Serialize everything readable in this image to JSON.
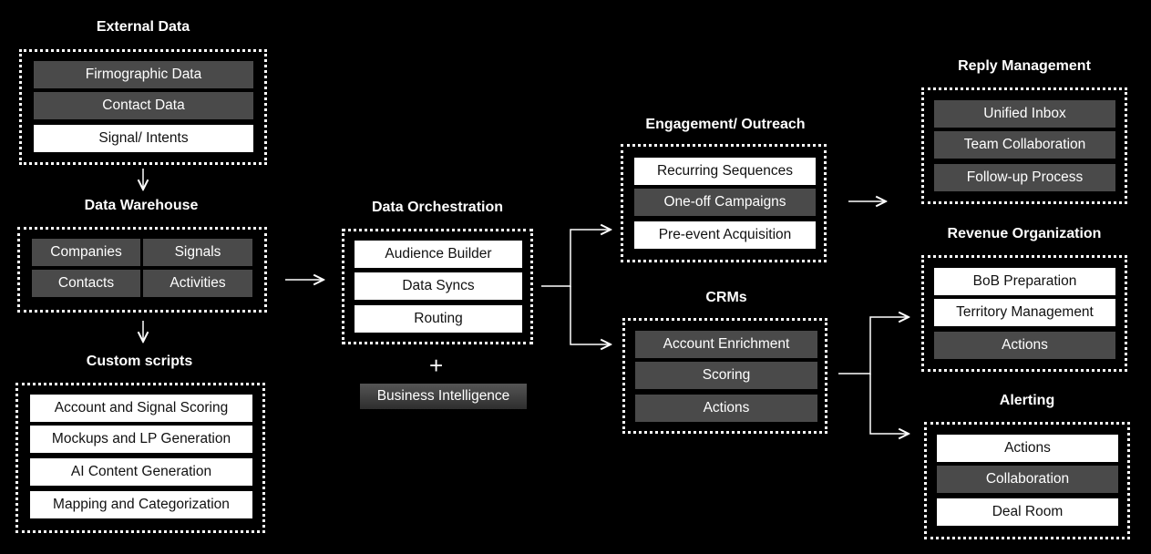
{
  "external_data": {
    "title": "External Data",
    "items": [
      "Firmographic Data",
      "Contact Data",
      "Signal/ Intents"
    ]
  },
  "data_warehouse": {
    "title": "Data Warehouse",
    "items": [
      "Companies",
      "Signals",
      "Contacts",
      "Activities"
    ]
  },
  "custom_scripts": {
    "title": "Custom scripts",
    "items": [
      "Account and Signal Scoring",
      "Mockups and LP Generation",
      "AI Content Generation",
      "Mapping and Categorization"
    ]
  },
  "data_orchestration": {
    "title": "Data Orchestration",
    "items": [
      "Audience Builder",
      "Data Syncs",
      "Routing"
    ],
    "plus": "+",
    "business_intelligence": "Business Intelligence"
  },
  "engagement": {
    "title": "Engagement/ Outreach",
    "items": [
      "Recurring Sequences",
      "One-off Campaigns",
      "Pre-event Acquisition"
    ]
  },
  "crms": {
    "title": "CRMs",
    "items": [
      "Account Enrichment",
      "Scoring",
      "Actions"
    ]
  },
  "reply_management": {
    "title": "Reply Management",
    "items": [
      "Unified Inbox",
      "Team Collaboration",
      "Follow-up Process"
    ]
  },
  "revenue_organization": {
    "title": "Revenue Organization",
    "items": [
      "BoB Preparation",
      "Territory Management",
      "Actions"
    ]
  },
  "alerting": {
    "title": "Alerting",
    "items": [
      "Actions",
      "Collaboration",
      "Deal Room"
    ]
  },
  "colors": {
    "background": "#000000",
    "dark_box": "#4a4a4a",
    "light_box": "#ffffff",
    "line": "#ffffff"
  }
}
